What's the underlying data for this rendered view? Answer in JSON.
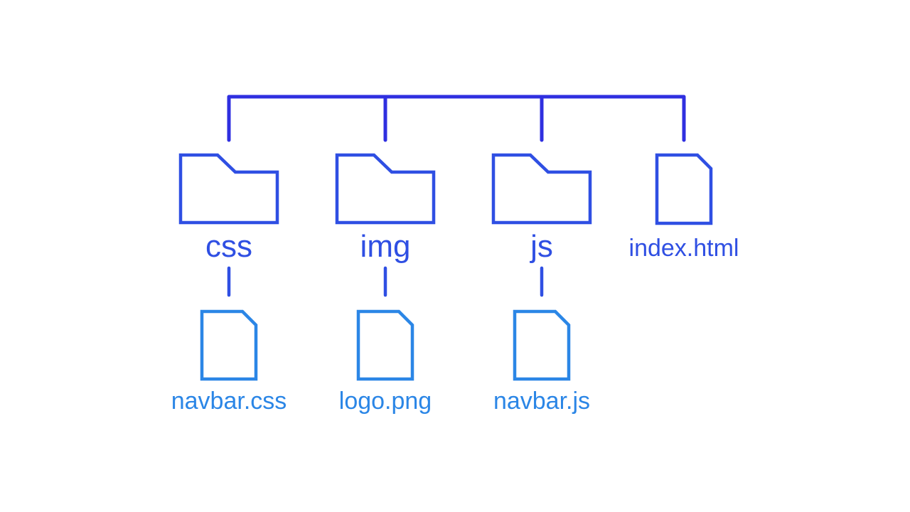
{
  "colors": {
    "connector": "#2f2fe0",
    "level1": "#2f4fe3",
    "level2": "#2b86e6"
  },
  "tree": {
    "folders": [
      {
        "name": "css",
        "icon": "folder-icon",
        "child": {
          "name": "navbar.css",
          "icon": "file-icon"
        }
      },
      {
        "name": "img",
        "icon": "folder-icon",
        "child": {
          "name": "logo.png",
          "icon": "file-icon"
        }
      },
      {
        "name": "js",
        "icon": "folder-icon",
        "child": {
          "name": "navbar.js",
          "icon": "file-icon"
        }
      }
    ],
    "root_file": {
      "name": "index.html",
      "icon": "file-icon"
    }
  }
}
